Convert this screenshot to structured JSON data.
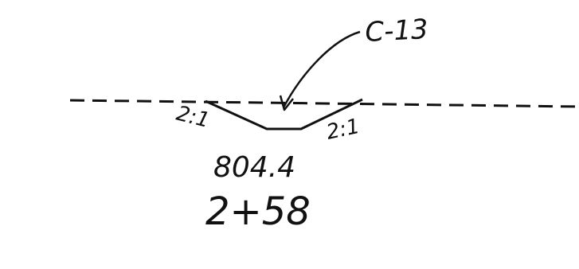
{
  "callout_label": "C-13",
  "slope_left": "2:1",
  "slope_right": "2:1",
  "elevation": "804.4",
  "station": "2+58",
  "ink_color": "#111111"
}
